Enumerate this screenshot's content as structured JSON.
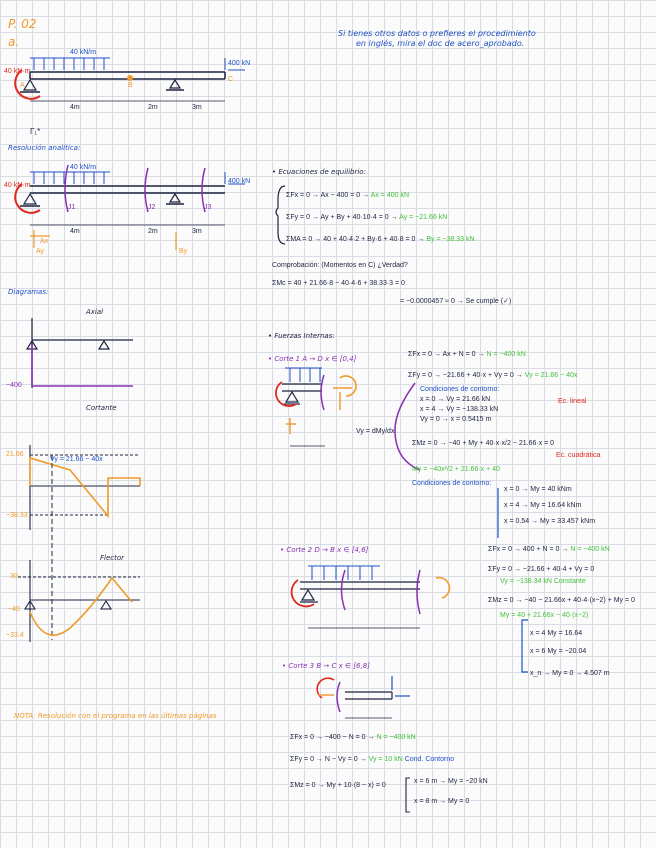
{
  "header": {
    "problem": "P. 02",
    "part": "a.",
    "note_line1": "Si tienes otros datos o prefieres el procedimiento",
    "note_line2": "en inglés, mira el doc de acero_aprobado."
  },
  "beam1": {
    "load": "40 kN/m",
    "moment": "40 kN·m",
    "end_load": "400 kN",
    "A": "A",
    "B": "B",
    "C": "C",
    "d1": "4m",
    "d2": "2m",
    "d3": "3m"
  },
  "resolution_label": "Resolución analítica:",
  "fig_mark": "Γ₁*",
  "beam2": {
    "load": "40 kN/m",
    "moment": "40 kN·m",
    "end_load": "400 kN",
    "J1": "J1",
    "J2": "J2",
    "J3": "J3",
    "Ax": "Ax",
    "Ay": "Ay",
    "By": "By",
    "d1": "4m",
    "d2": "2m",
    "d3": "3m"
  },
  "equilibrium": {
    "title": "• Ecuaciones de equilibrio:",
    "eq1": "ΣFx = 0 → Ax − 400 = 0 →",
    "eq1_res": "Ax = 400 kN",
    "eq2": "ΣFy = 0 → Ay + By + 40·10·4 = 0 →",
    "eq2_res": "Ay = −21.66 kN",
    "eq3": "ΣMA = 0 → 40 + 40·4·2 + By·6 + 40·8 = 0 →",
    "eq3_res": "By = −38.33 kN",
    "check_title": "Comprobación: (Momentos en C)   ¿Verdad?",
    "check_eq": "ΣMc = 40 + 21.66·8 − 40·4·6 + 38.33·3 = 0",
    "check_res": "= −0.0000457 ≈ 0 → Se cumple (✓)"
  },
  "diagrams": {
    "title": "Diagramas:",
    "axial": "Axial",
    "axial_val": "−400",
    "cortante": "Cortante",
    "cort_vals": [
      "21.66",
      "−38.33"
    ],
    "cort_eq": "Vy = 21.66 − 40x",
    "flector": "Flector",
    "flec_vals": [
      "30",
      "−40",
      "−33.4"
    ]
  },
  "internal": {
    "title": "• Fuerzas Internas:",
    "c1_title": "• Corte 1  A → D   x ∈ [0,4]",
    "c1_fx": "ΣFx = 0 → Ax + N = 0 →",
    "c1_fx_res": "N = −400 kN",
    "c1_fy": "ΣFy = 0 → −21.66 + 40·x + Vy = 0 →",
    "c1_fy_res": "Vy = 21.66 − 40x",
    "c1_ec_lineal": "Ec. lineal",
    "c1_cond_title": "Condiciones de contorno:",
    "c1_cond": [
      "x = 0 → Vy = 21.66 kN",
      "x = 4 → Vy = −138.33 kN",
      "Vy = 0 → x = 0.5415 m"
    ],
    "c1_vy": "Vy = dMy/dx",
    "c1_m": "ΣMz = 0 → −40 + My + 40·x·x/2 − 21.66·x = 0",
    "c1_ec_cuad": "Ec. cuadrática",
    "c1_m_res": "My = −40x²/2 + 21.66·x + 40",
    "c1_cond2_title": "Condiciones de contorno:",
    "c1_cond2": [
      "x = 0 → My = 40 kNm",
      "x = 4 → My = 16.64 kNm",
      "x = 0.54 → My = 33.457 kNm"
    ],
    "c2_title": "• Corte 2  D → B   x ∈ [4,6]",
    "c2_fx": "ΣFx = 0 → 400 + N = 0 →",
    "c2_fx_res": "N = −400 kN",
    "c2_fy": "ΣFy = 0 → −21.66 + 40·4 + Vy = 0",
    "c2_fy_res": "Vy = −138.34 kN  Constante",
    "c2_m": "ΣMz = 0 → −40 − 21.66x + 40·4·(x−2) + My = 0",
    "c2_m_res": "My = 40 + 21.66x − 40·(x−2)",
    "c2_cond": [
      "x = 4  My = 16.64",
      "x = 6  My = −20.04",
      "x_n → My = 0 → 4.507 m"
    ],
    "c3_title": "• Corte 3  B → C   x ∈ [6,8]",
    "c3_fx": "ΣFx = 0 → −400 − N = 0 →",
    "c3_fx_res": "N = −400 kN",
    "c3_fy": "ΣFy = 0 →  N − Vy = 0 →",
    "c3_fy_res": "Vy = 10 kN",
    "c3_cond_lbl": "Cond. Contorno",
    "c3_m": "ΣMz = 0 → My + 10·(8 − x) = 0",
    "c3_cond": [
      "x = 6 m → My = −20 kN",
      "x = 8 m → My = 0"
    ]
  },
  "note_bottom": "NOTA: Resolución con el programa en las últimas páginas",
  "colors": {
    "blue": "#1f4fc4",
    "green": "#42c03a",
    "red": "#e0281f",
    "orange": "#ef9a2c",
    "purple": "#8a2fb5"
  }
}
